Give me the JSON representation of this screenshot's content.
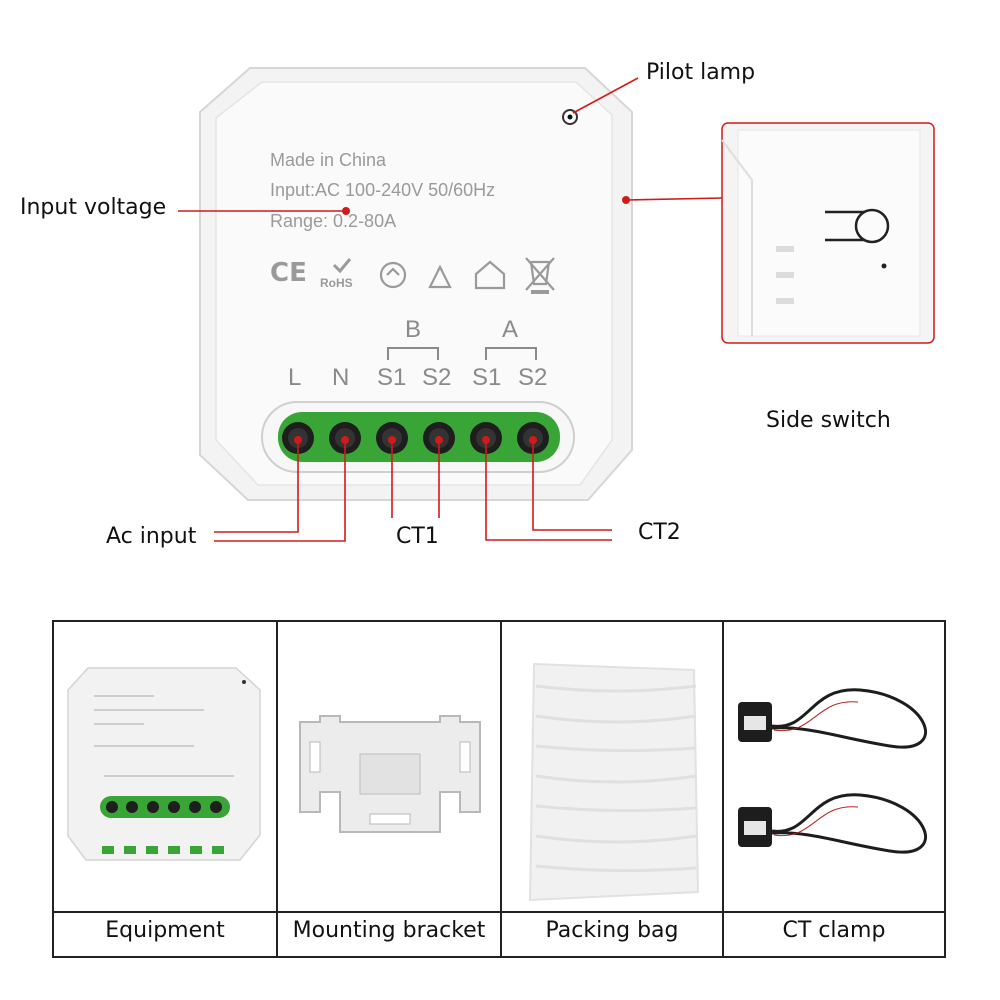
{
  "device": {
    "line1": "Made in China",
    "line2": "Input:AC 100-240V  50/60Hz",
    "line3": "Range: 0.2-80A",
    "group_b": "B",
    "group_a": "A",
    "terminals": [
      "L",
      "N",
      "S1",
      "S2",
      "S1",
      "S2"
    ],
    "cert_marks": [
      "CE",
      "RoHS"
    ]
  },
  "callouts": {
    "pilot_lamp": "Pilot lamp",
    "input_voltage": "Input voltage",
    "side_switch": "Side switch",
    "ac_input": "Ac input",
    "ct1": "CT1",
    "ct2": "CT2"
  },
  "accent_color": "#d11a1a",
  "terminal_green": "#3aa537",
  "package": {
    "items": [
      {
        "caption": "Equipment"
      },
      {
        "caption": "Mounting bracket"
      },
      {
        "caption": "Packing bag"
      },
      {
        "caption": "CT clamp"
      }
    ]
  }
}
